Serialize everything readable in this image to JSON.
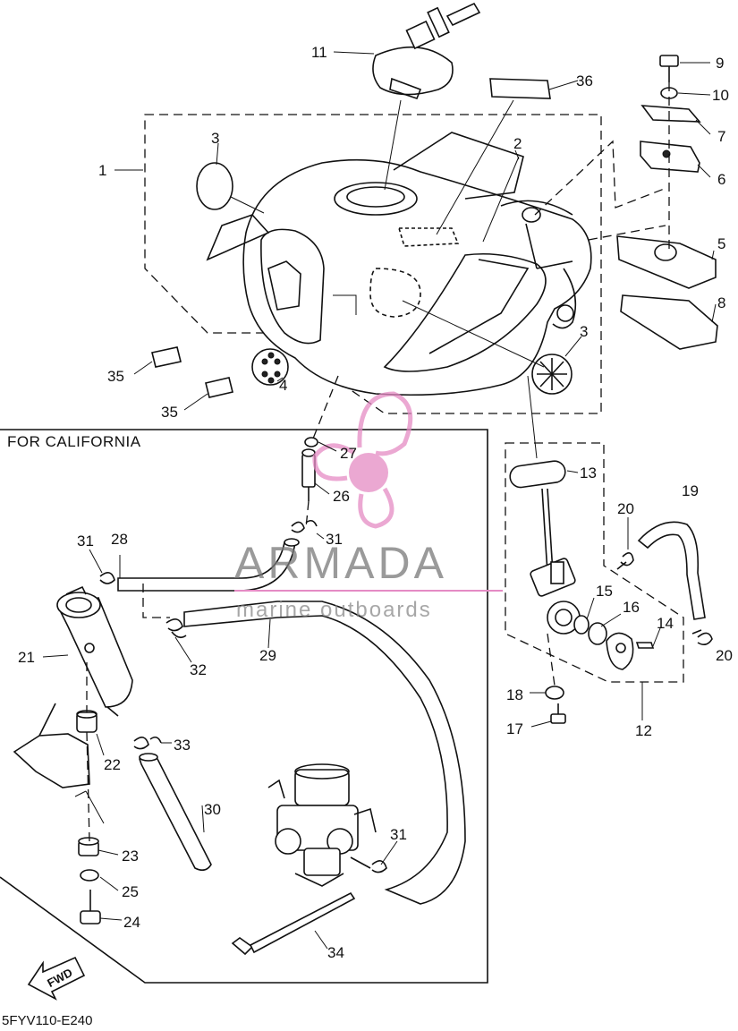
{
  "diagram": {
    "inset_title": "FOR CALIFORNIA",
    "drawing_code": "5FYV110-E240",
    "fwd_label": "FWD",
    "watermark": {
      "title": "ARMADA",
      "subtitle": "marine outboards",
      "accent_color": "#e58bc4"
    },
    "callouts": [
      "1",
      "2",
      "3",
      "3",
      "4",
      "5",
      "6",
      "7",
      "8",
      "9",
      "10",
      "11",
      "12",
      "13",
      "14",
      "15",
      "16",
      "17",
      "18",
      "19",
      "20",
      "20",
      "21",
      "22",
      "23",
      "24",
      "25",
      "26",
      "27",
      "28",
      "29",
      "30",
      "31",
      "31",
      "31",
      "32",
      "33",
      "34",
      "35",
      "35",
      "36"
    ]
  }
}
